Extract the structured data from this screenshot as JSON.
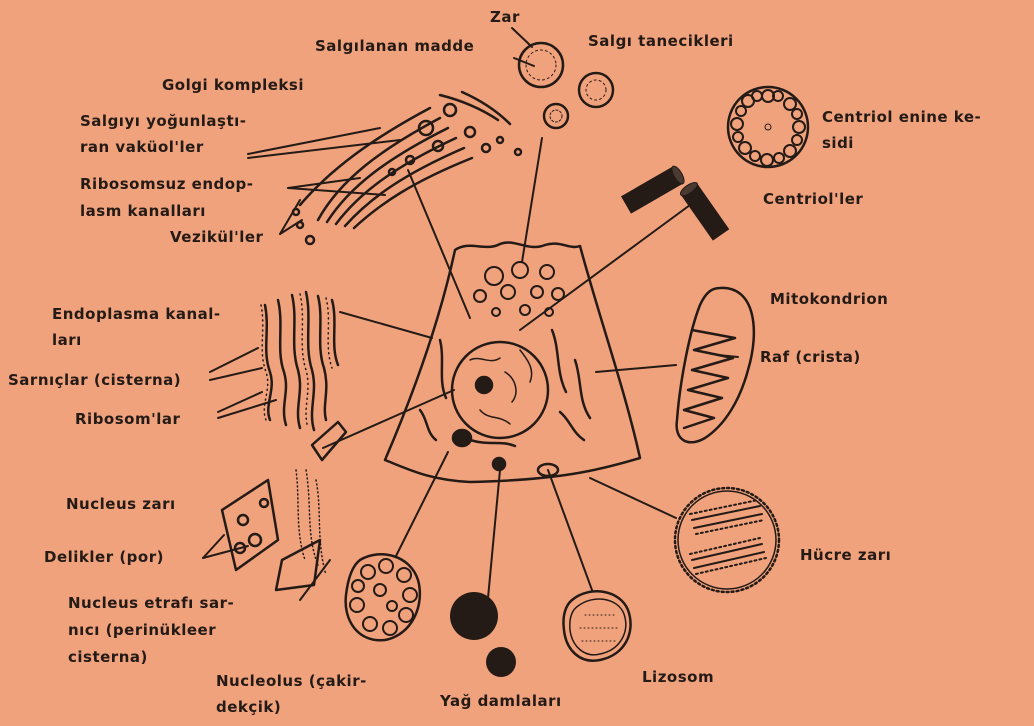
{
  "colors": {
    "background": "#f0a27d",
    "ink": "#241a16"
  },
  "labels": {
    "zar": "Zar",
    "salgilanan_madde": "Salgılanan madde",
    "salgi_tanecikleri": "Salgı tanecikleri",
    "golgi_kompleksi": "Golgi kompleksi",
    "salgiyi_yogunlastiran_1": "Salgıyı yoğunlaştı-",
    "salgiyi_yogunlastiran_2": "ran vaküol'ler",
    "ribosomsuz_1": "Ribosomsuz endop-",
    "ribosomsuz_2": "lasm kanalları",
    "vezikuller": "Vezikül'ler",
    "centriol_enine_1": "Centriol enine ke-",
    "centriol_enine_2": "sidi",
    "centrioller": "Centriol'ler",
    "endoplasma_1": "Endoplasma kanal-",
    "endoplasma_2": "ları",
    "sarniclar": "Sarnıçlar (cisterna)",
    "ribosomlar": "Ribosom'lar",
    "mitokondrion": "Mitokondrion",
    "raf": "Raf (crista)",
    "nucleus_zari": "Nucleus zarı",
    "delikler": "Delikler (por)",
    "nucleus_etrafi_1": "Nucleus etrafı sar-",
    "nucleus_etrafi_2": "nıcı (perinükleer",
    "nucleus_etrafi_3": "cisterna)",
    "nucleolus_1": "Nucleolus (çakir-",
    "nucleolus_2": "dekçik)",
    "yag_damlalari": "Yağ damlaları",
    "lizosom": "Lizosom",
    "hucre_zari": "Hücre zarı"
  }
}
